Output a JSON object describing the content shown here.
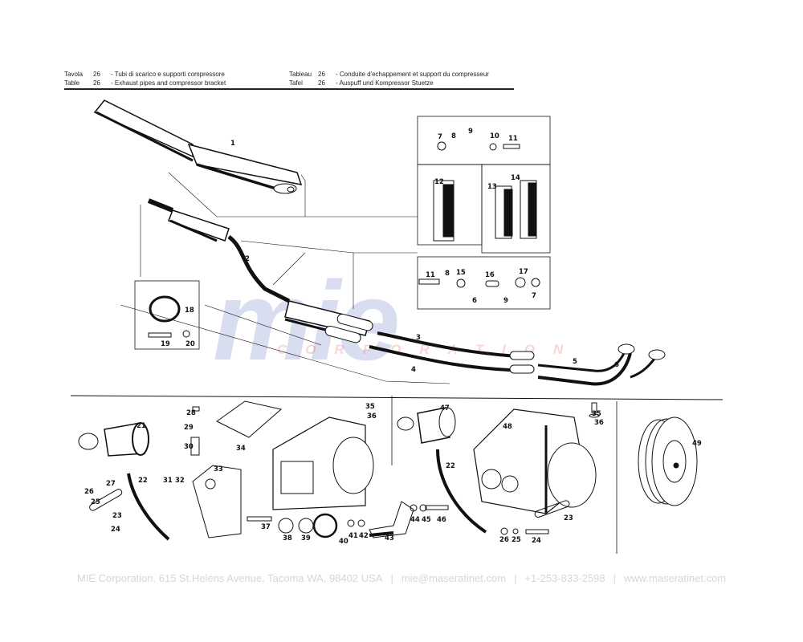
{
  "header": {
    "left": [
      {
        "label": "Tavola",
        "number": "26",
        "text": "- Tubi di scarico e supporti compressore"
      },
      {
        "label": "Table",
        "number": "26",
        "text": "- Exhaust pipes and compressor bracket"
      }
    ],
    "right": [
      {
        "label": "Tableau",
        "number": "26",
        "text": "- Conduite d'echappement et support du compresseur"
      },
      {
        "label": "Tafel",
        "number": "26",
        "text": "- Auspuff und Kompressor Stuetze"
      }
    ]
  },
  "watermark": {
    "logo": "mie",
    "subtitle": "CORPORATION",
    "logo_color": "#2846aa",
    "subtitle_color": "#e63c46"
  },
  "diagram": {
    "part_labels": {
      "p1": "1",
      "p2": "2",
      "p3": "3",
      "p4": "4",
      "p5": "5",
      "p6": "6",
      "p6b": "6",
      "p7": "7",
      "p7b": "7",
      "p8": "8",
      "p8b": "8",
      "p9": "9",
      "p9b": "9",
      "p10": "10",
      "p11": "11",
      "p11b": "11",
      "p12": "12",
      "p13": "13",
      "p14": "14",
      "p15": "15",
      "p16": "16",
      "p17": "17",
      "p18": "18",
      "p19": "19",
      "p20": "20",
      "p21": "21",
      "p22": "22",
      "p22b": "22",
      "p23": "23",
      "p23b": "23",
      "p24": "24",
      "p24b": "24",
      "p25": "25",
      "p25b": "25",
      "p26": "26",
      "p26b": "26",
      "p27": "27",
      "p28": "28",
      "p29": "29",
      "p30": "30",
      "p31": "31",
      "p32": "32",
      "p33": "33",
      "p34": "34",
      "p35": "35",
      "p35b": "35",
      "p36": "36",
      "p36b": "36",
      "p37": "37",
      "p38": "38",
      "p39": "39",
      "p40": "40",
      "p41": "41",
      "p42": "42",
      "p43": "43",
      "p44": "44",
      "p45": "45",
      "p46": "46",
      "p47": "47",
      "p48": "48",
      "p49": "49"
    }
  },
  "footer": {
    "company": "MIE Corporation. 615 St.Helens Avenue, Tacoma WA, 98402 USA",
    "email": "mie@maseratinet.com",
    "phone": "+1-253-833-2598",
    "website": "www.maseratinet.com",
    "separator": "|"
  }
}
